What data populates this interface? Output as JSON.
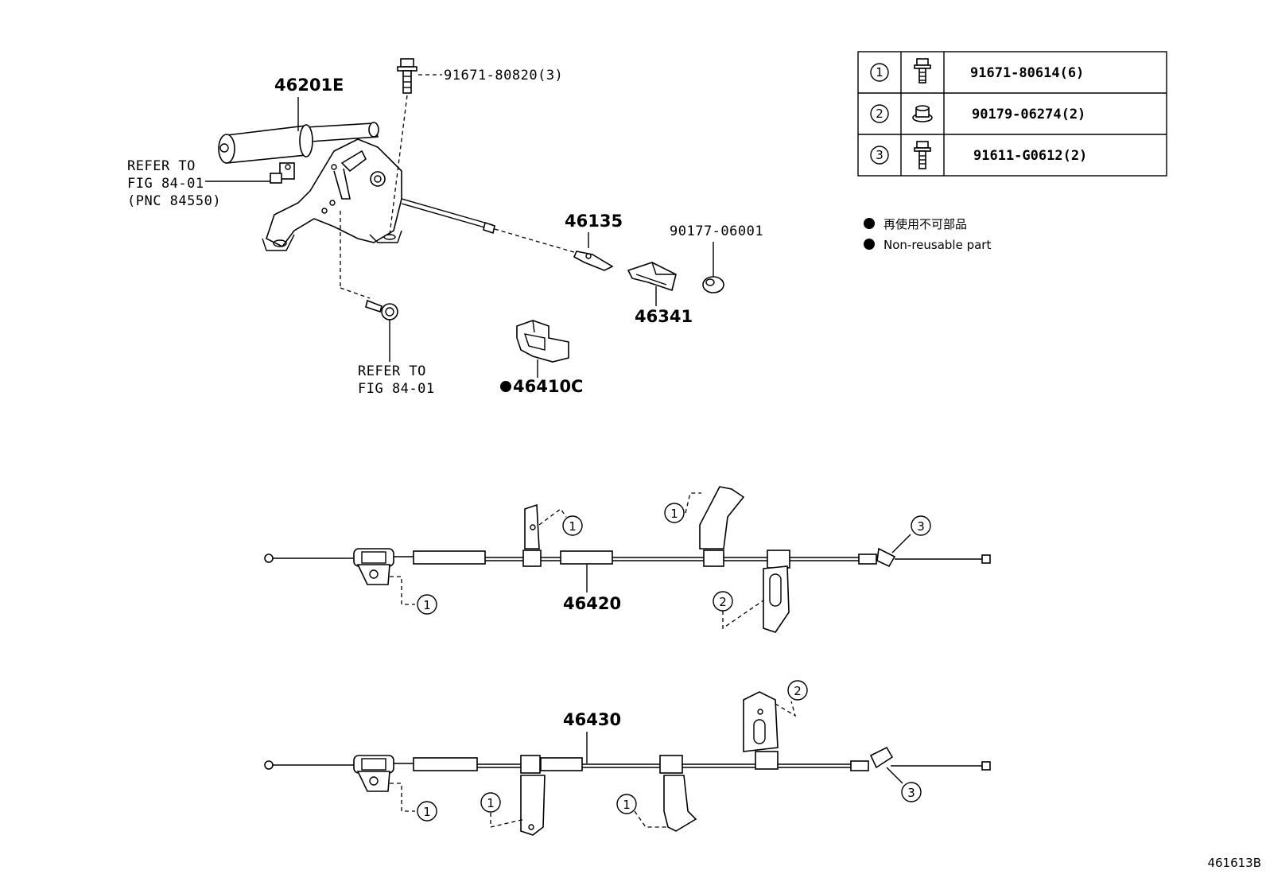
{
  "diagram_id": "461613B",
  "top_assembly": {
    "lever_part": "46201E",
    "bolt_label": "91671-80820(3)",
    "refer_top": [
      "REFER TO",
      "FIG 84-01",
      "(PNC 84550)"
    ],
    "refer_bottom": [
      "REFER TO",
      "FIG 84-01"
    ],
    "part_46135": "46135",
    "part_46341": "46341",
    "part_90177": "90177-06001",
    "part_46410C": "46410C"
  },
  "fastener_table": [
    {
      "num": "1",
      "part": "91671-80614(6)",
      "icon": "bolt-icon"
    },
    {
      "num": "2",
      "part": "90179-06274(2)",
      "icon": "nut-icon"
    },
    {
      "num": "3",
      "part": "91611-G0612(2)",
      "icon": "bolt-icon"
    }
  ],
  "legend": {
    "jp": "再使用不可部品",
    "en": "Non-reusable part"
  },
  "cables": {
    "upper": "46420",
    "lower": "46430"
  },
  "callouts": {
    "c1": "1",
    "c2": "2",
    "c3": "3"
  }
}
